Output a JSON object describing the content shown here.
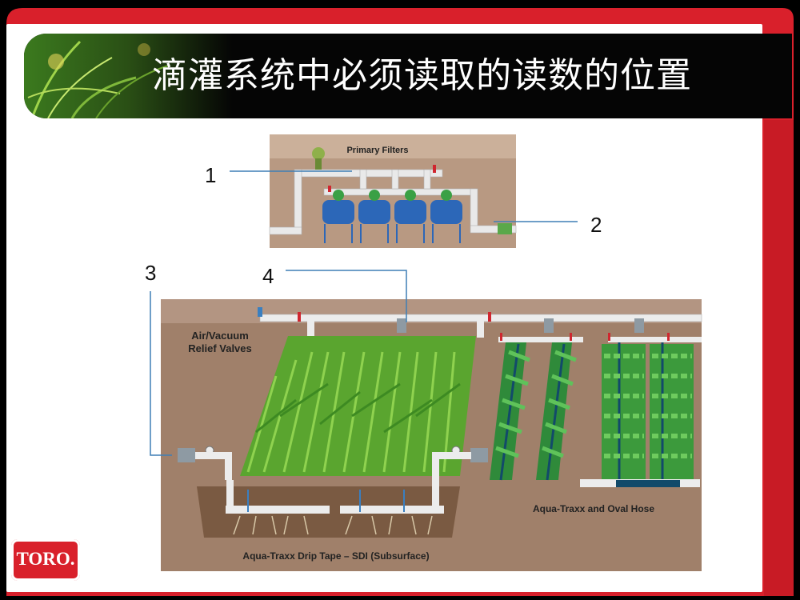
{
  "slide": {
    "title": "滴灌系统中必须读取的读数的位置"
  },
  "diagram": {
    "top_panel_label": "Primary Filters",
    "air_vacuum_label_line1": "Air/Vacuum",
    "air_vacuum_label_line2": "Relief Valves",
    "drip_tape_label": "Aqua-Traxx Drip Tape – SDI (Subsurface)",
    "oval_hose_label": "Aqua-Traxx and Oval Hose"
  },
  "callouts": {
    "c1": "1",
    "c2": "2",
    "c3": "3",
    "c4": "4"
  },
  "logo": {
    "text": "TORO."
  },
  "colors": {
    "frame_red": "#d9202b",
    "title_bar": "#050505",
    "soil": "#a0806a",
    "pipe": "#e8e8e8",
    "filter_blue": "#2c67b8",
    "crop_green": "#6cbf3a",
    "callout_line": "#3f7fb5"
  }
}
